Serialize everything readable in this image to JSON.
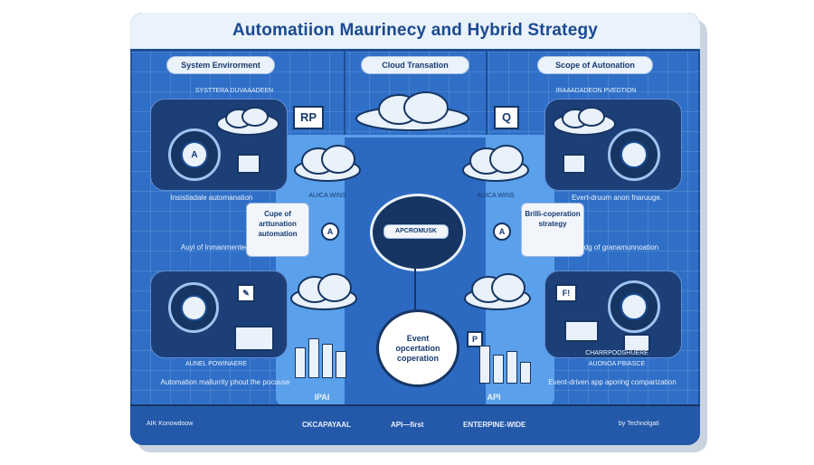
{
  "title": "Automatiion Maurinecy and Hybrid Strategy",
  "headers": {
    "left": "System Envirorment",
    "center": "Cloud Transation",
    "right": "Scope of Autonation"
  },
  "subcaptions": {
    "left": "SYSTTERA DUVAAADEEN",
    "right": "IRAAADADEON PVEDTION"
  },
  "left_panel": {
    "top_caption": "Insistiadale automanation",
    "bottom_title": "Auyl of Inmanmented)",
    "bottom_caption": "AUNEL POWINAERE",
    "footer_caption": "Automation mallurrity phout the pocuuse",
    "rp_label": "RP"
  },
  "right_panel": {
    "top_caption": "Evert-druum anon fnaruuge.",
    "bottom_title": "Bridg of granamunnoation",
    "bottom_caption": "AUONOA PBIASCE",
    "mini_caption": "CHARRPOOSHUERE",
    "footer_caption": "Event-driven app aporing comparization",
    "q_label": "Q",
    "f_label": "F!"
  },
  "center": {
    "left_box": "Cupe of arttunation automation",
    "right_box": "Brilli-coperation strategy",
    "hub": "APCROMUSK",
    "event": "Event opcertation coperation",
    "left_wing": "AUICA WINS",
    "right_wing": "AUICA WINS",
    "node_a": "A",
    "p_label": "P"
  },
  "columns": {
    "ipai": "IPAI",
    "api": "API"
  },
  "footer": {
    "left": "AIK Konowdoow",
    "col1": "CKCAPAYAAL",
    "col2": "API—first",
    "col3": "ENTERPINE-WIDE",
    "right": "by Technolgati"
  },
  "colors": {
    "frame": "#2f6fc7",
    "dark_panel": "#1c3f77",
    "title": "#1a4a91",
    "light": "#eaf2fb"
  }
}
